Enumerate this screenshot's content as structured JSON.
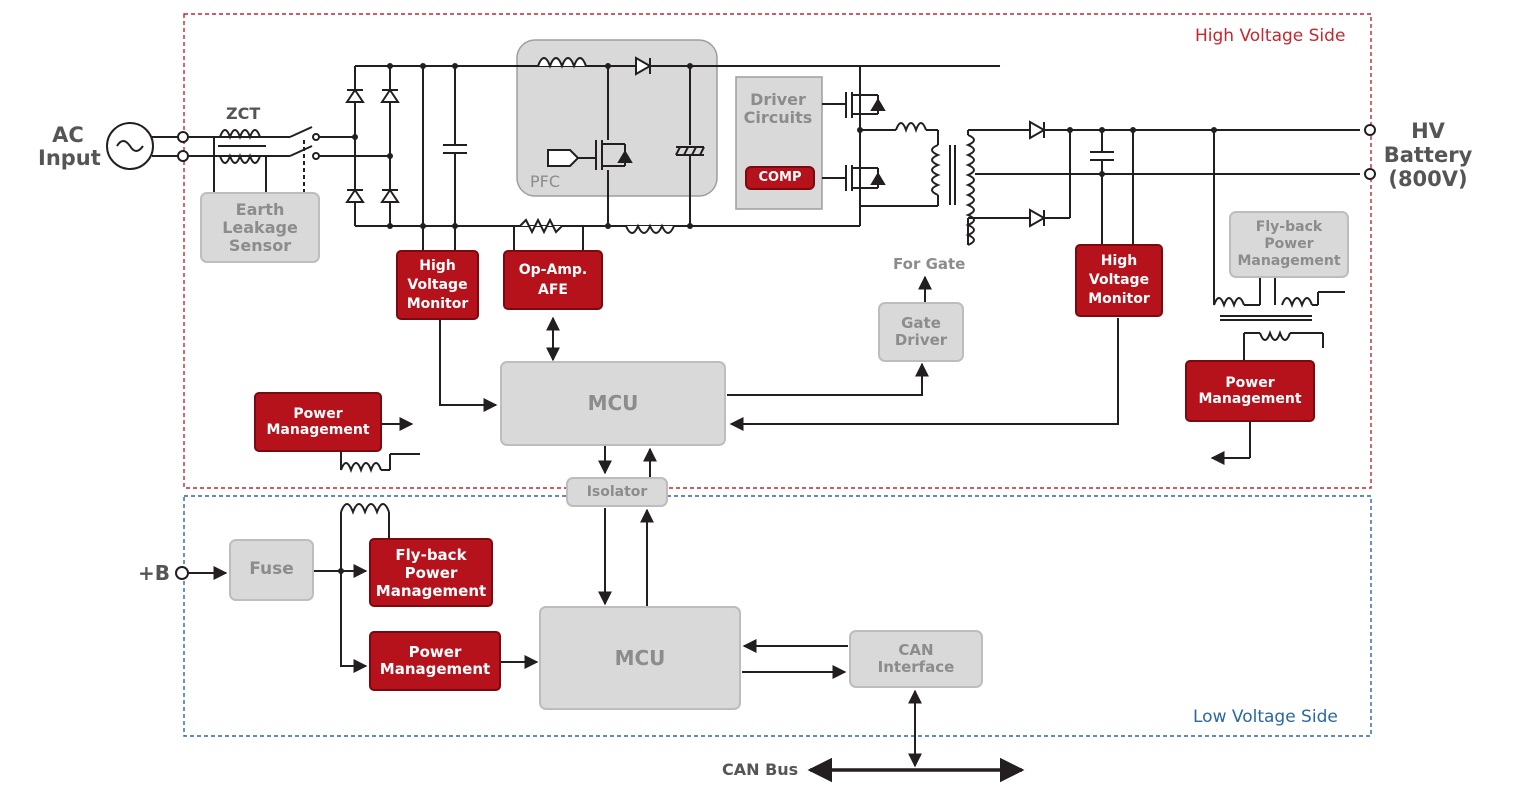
{
  "labels": {
    "high_voltage_side": "High Voltage Side",
    "low_voltage_side": "Low Voltage Side",
    "ac_input": [
      "AC",
      "Input"
    ],
    "hv_battery": [
      "HV",
      "Battery",
      "(800V)"
    ],
    "plus_b": "+B",
    "zct": "ZCT",
    "pfc": "PFC",
    "for_gate": "For Gate",
    "can_bus": "CAN Bus"
  },
  "blocks": {
    "earth_leakage_sensor": [
      "Earth",
      "Leakage",
      "Sensor"
    ],
    "hv_monitor_left": [
      "High",
      "Voltage",
      "Monitor"
    ],
    "op_amp_afe": [
      "Op-Amp.",
      "AFE"
    ],
    "driver_circuits": [
      "Driver",
      "Circuits"
    ],
    "comp": "COMP",
    "gate_driver": [
      "Gate",
      "Driver"
    ],
    "hv_monitor_right": [
      "High",
      "Voltage",
      "Monitor"
    ],
    "flyback_pm_hv": [
      "Fly-back",
      "Power",
      "Management"
    ],
    "power_mgmt_hv_right": [
      "Power",
      "Management"
    ],
    "power_mgmt_hv_left": [
      "Power",
      "Management"
    ],
    "mcu_hv": "MCU",
    "isolator": "Isolator",
    "fuse": "Fuse",
    "flyback_pm_lv": [
      "Fly-back",
      "Power",
      "Management"
    ],
    "power_mgmt_lv": [
      "Power",
      "Management"
    ],
    "mcu_lv": "MCU",
    "can_interface": [
      "CAN",
      "Interface"
    ]
  },
  "colors": {
    "red_block": "#b5121b",
    "gray_block": "#d9d9d9",
    "hv_border": "#c4272d",
    "lv_border": "#2a66a3",
    "wire": "#231f20"
  }
}
